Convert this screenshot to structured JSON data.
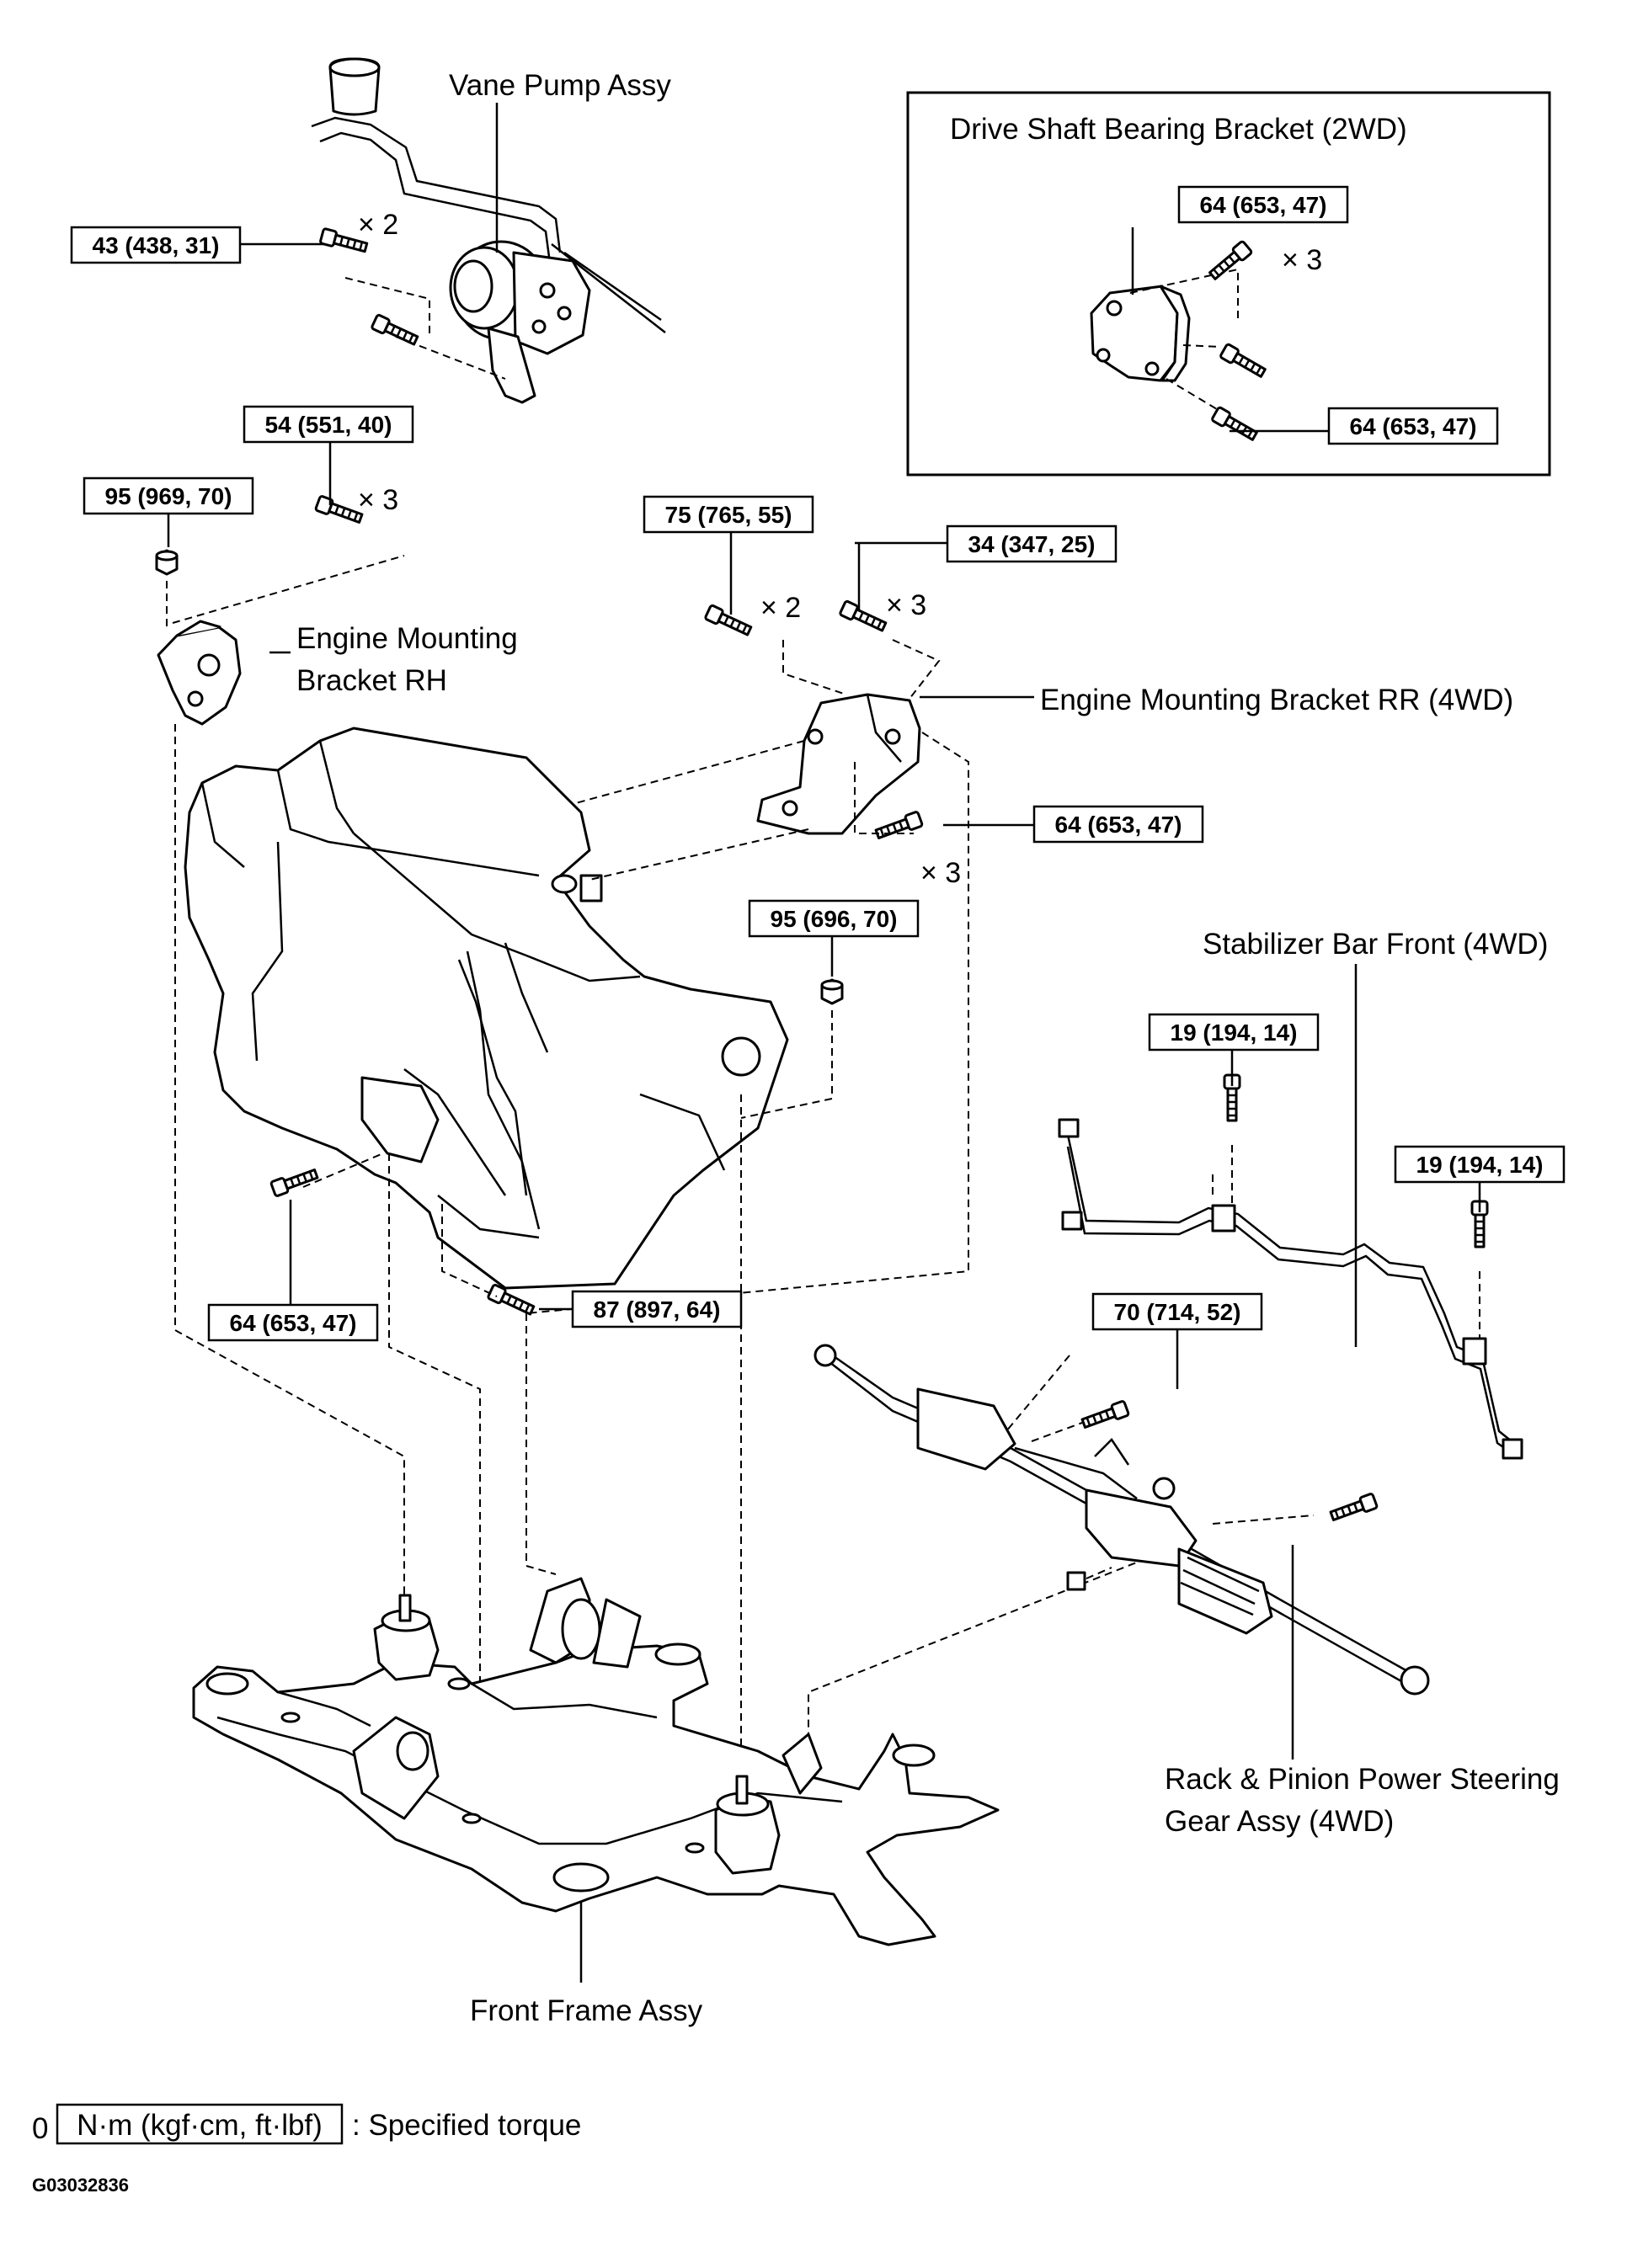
{
  "parts": {
    "vane_pump": "Vane Pump Assy",
    "drive_shaft_bracket": "Drive Shaft Bearing Bracket (2WD)",
    "engine_mount_rh_line1": "Engine Mounting",
    "engine_mount_rh_line2": "Bracket RH",
    "engine_mount_rr": "Engine Mounting Bracket RR (4WD)",
    "stabilizer_bar": "Stabilizer Bar Front (4WD)",
    "rack_pinion_line1": "Rack & Pinion Power Steering",
    "rack_pinion_line2": "Gear Assy (4WD)",
    "front_frame": "Front Frame Assy"
  },
  "torques": [
    {
      "id": "t1",
      "value": "43 (438, 31)"
    },
    {
      "id": "t2",
      "value": "54 (551, 40)"
    },
    {
      "id": "t3",
      "value": "95 (969, 70)"
    },
    {
      "id": "t4",
      "value": "75 (765, 55)"
    },
    {
      "id": "t5",
      "value": "34 (347, 25)"
    },
    {
      "id": "t6",
      "value": "64 (653, 47)"
    },
    {
      "id": "t7",
      "value": "64 (653, 47)"
    },
    {
      "id": "t8",
      "value": "64 (653, 47)"
    },
    {
      "id": "t9",
      "value": "95 (696, 70)"
    },
    {
      "id": "t10",
      "value": "19 (194, 14)"
    },
    {
      "id": "t11",
      "value": "19 (194, 14)"
    },
    {
      "id": "t12",
      "value": "64 (653, 47)"
    },
    {
      "id": "t13",
      "value": "87 (897, 64)"
    },
    {
      "id": "t14",
      "value": "70 (714, 52)"
    }
  ],
  "multipliers": {
    "m1": "× 2",
    "m2": "× 3",
    "m3": "× 2",
    "m4": "× 3",
    "m5": "× 3",
    "m6": "× 3"
  },
  "legend": {
    "prefix": "0",
    "unit": "N·m (kgf·cm, ft·lbf)",
    "text": ": Specified torque"
  },
  "figure_code": "G03032836"
}
